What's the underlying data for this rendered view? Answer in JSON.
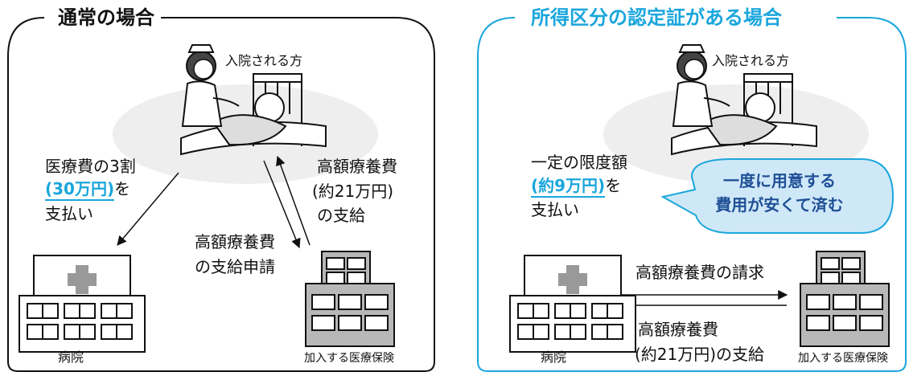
{
  "colors": {
    "accent": "#1aa6dc",
    "bubble_fill": "#cfe8f7",
    "bubble_text": "#1f4f96",
    "building_gray": "#b8b8b8"
  },
  "left": {
    "title": "通常の場合",
    "patient_label": "入院される方",
    "payment_line1": "医療費の3割",
    "payment_amount": "(30万円)",
    "payment_suffix": "を",
    "payment_line3": "支払い",
    "benefit_line1": "高額療養費",
    "benefit_line2": "(約21万円)",
    "benefit_line3": "の支給",
    "request_line1": "高額療養費",
    "request_line2": "の支給申請",
    "hospital_label": "病院",
    "insurer_label": "加入する医療保険"
  },
  "right": {
    "title": "所得区分の認定証がある場合",
    "patient_label": "入院される方",
    "limit_line1": "一定の限度額",
    "limit_amount": "(約9万円)",
    "limit_suffix": "を",
    "limit_line3": "支払い",
    "bubble_line1": "一度に用意する",
    "bubble_line2": "費用が安くて済む",
    "claim_label": "高額療養費の請求",
    "benefit_line1": "高額療養費",
    "benefit_line2": "(約21万円)の支給",
    "hospital_label": "病院",
    "insurer_label": "加入する医療保険"
  }
}
